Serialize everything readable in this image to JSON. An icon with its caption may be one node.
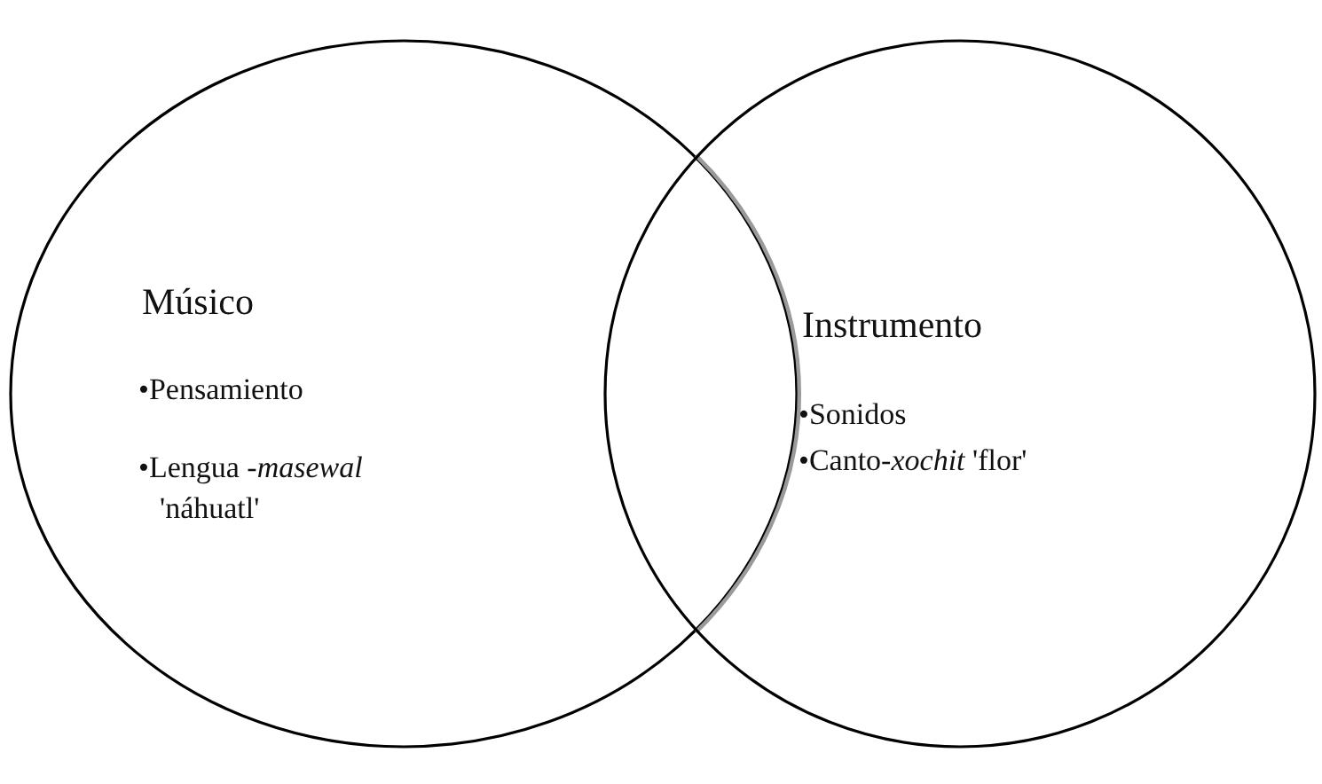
{
  "diagram": {
    "nodes": [
      {
        "text": [
          "Músico",
          "•Pensamiento",
          "•Lengua -*masewal* 'náhuatl'"
        ]
      },
      {
        "text": [
          "Instrumento",
          "•Sonidos",
          "•Canto-*xochit* 'flor'"
        ]
      }
    ]
  }
}
